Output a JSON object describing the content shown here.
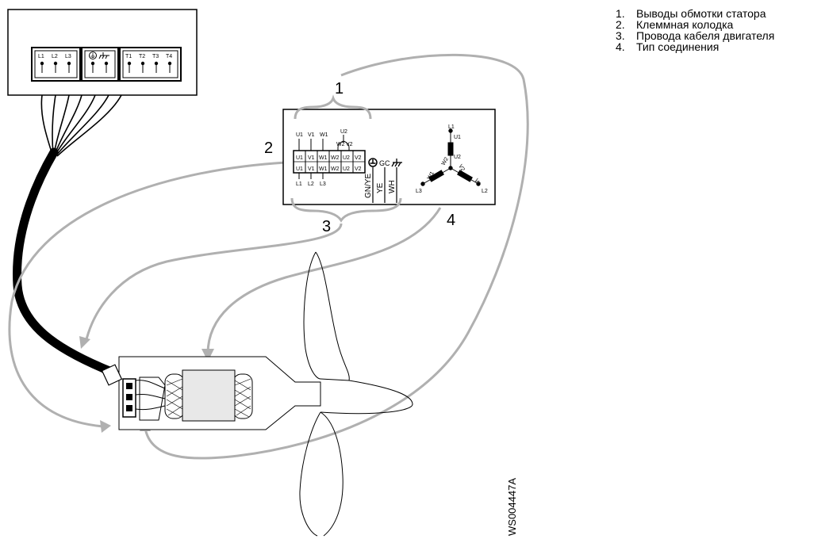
{
  "legend": [
    {
      "num": "1.",
      "text": "Выводы обмотки статора"
    },
    {
      "num": "2.",
      "text": "Клеммная колодка"
    },
    {
      "num": "3.",
      "text": "Провода кабеля двигателя"
    },
    {
      "num": "4.",
      "text": "Тип соединения"
    }
  ],
  "callouts": [
    "1",
    "2",
    "3",
    "4"
  ],
  "controller_box": {
    "left_terminals": [
      "L1",
      "L2",
      "L3"
    ],
    "right_terminals": [
      "T1",
      "T2",
      "T3",
      "T4"
    ]
  },
  "terminal_block": {
    "top_labels": [
      "U1",
      "V1",
      "W1"
    ],
    "top_labels_raised": [
      "U2",
      "W2",
      "V2"
    ],
    "cells": [
      "U1",
      "V1",
      "W1",
      "W2",
      "U2",
      "V2"
    ],
    "bottom_labels": [
      "L1",
      "L2",
      "L3"
    ],
    "gc_label": "GC",
    "cable_wires": [
      "GN/YE",
      "YE",
      "WH"
    ]
  },
  "star": {
    "labels": [
      "L1",
      "U1",
      "U2",
      "W2",
      "W1",
      "L3",
      "V2",
      "V1",
      "L2"
    ]
  },
  "drawing_code": "WS004447A"
}
